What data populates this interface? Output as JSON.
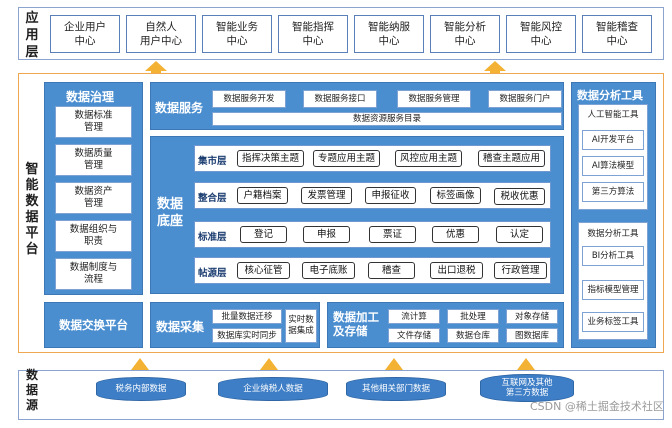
{
  "layers": {
    "app": "应用层",
    "platform": "智能数据平台",
    "source": "数据源"
  },
  "app_centers": [
    {
      "line1": "企业用户",
      "line2": "中心"
    },
    {
      "line1": "自然人",
      "line2": "用户中心"
    },
    {
      "line1": "智能业务",
      "line2": "中心"
    },
    {
      "line1": "智能指挥",
      "line2": "中心"
    },
    {
      "line1": "智能纳服",
      "line2": "中心"
    },
    {
      "line1": "智能分析",
      "line2": "中心"
    },
    {
      "line1": "智能风控",
      "line2": "中心"
    },
    {
      "line1": "智能稽查",
      "line2": "中心"
    }
  ],
  "governance": {
    "title": "数据治理",
    "items": [
      {
        "line1": "数据标准",
        "line2": "管理"
      },
      {
        "line1": "数据质量",
        "line2": "管理"
      },
      {
        "line1": "数据资产",
        "line2": "管理"
      },
      {
        "line1": "数据组织与",
        "line2": "职责"
      },
      {
        "line1": "数据制度与",
        "line2": "流程"
      }
    ]
  },
  "exchange": {
    "title": "数据交换平台"
  },
  "service": {
    "title": "数据服务",
    "items": [
      "数据服务开发",
      "数据服务接口",
      "数据服务管理",
      "数据服务门户"
    ],
    "catalog": "数据资源服务目录"
  },
  "base": {
    "title_line1": "数据",
    "title_line2": "底座",
    "rows": [
      {
        "label": "集市层",
        "chips": [
          "指挥决策主题",
          "专题应用主题",
          "风控应用主题",
          "稽查主题应用"
        ]
      },
      {
        "label": "整合层",
        "chips": [
          "户籍档案",
          "发票管理",
          "申报征收",
          "标签画像",
          "税收优惠"
        ]
      },
      {
        "label": "标准层",
        "chips": [
          "登记",
          "申报",
          "票证",
          "优惠",
          "认定"
        ]
      },
      {
        "label": "帖源层",
        "chips": [
          "核心征管",
          "电子底账",
          "稽查",
          "出口退税",
          "行政管理"
        ]
      }
    ]
  },
  "analysis": {
    "title": "数据分析工具",
    "group1": [
      "人工智能工具",
      "AI开发平台",
      "AI算法模型",
      "第三方算法"
    ],
    "group2": [
      "数据分析工具",
      "BI分析工具",
      "指标模型管理",
      "业务标签工具"
    ]
  },
  "collection": {
    "title": "数据采集",
    "items": [
      "批量数据迁移",
      "数据库实时同步"
    ],
    "side_line1": "实时数",
    "side_line2": "据集成"
  },
  "processing": {
    "title_line1": "数据加工",
    "title_line2": "及存储",
    "items": [
      "流计算",
      "批处理",
      "对象存储",
      "文件存储",
      "数据仓库",
      "图数据库"
    ]
  },
  "sources": [
    {
      "line1": "税务内部数据",
      "line2": ""
    },
    {
      "line1": "企业纳税人数据",
      "line2": ""
    },
    {
      "line1": "其他相关部门数据",
      "line2": ""
    },
    {
      "line1": "互联网及其他",
      "line2": "第三方数据"
    }
  ],
  "watermark": "CSDN @稀土掘金技术社区",
  "colors": {
    "accent_orange": "#f3b233",
    "panel_blue": "#4b8ed0",
    "dark_blue": "#1b3d70"
  }
}
